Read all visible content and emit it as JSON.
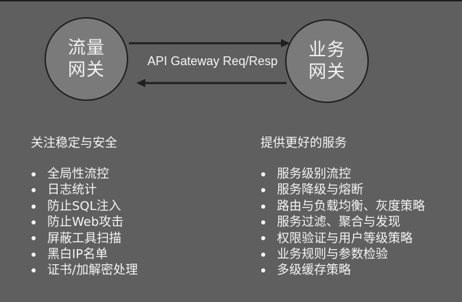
{
  "diagram": {
    "left_node": {
      "line1": "流量",
      "line2": "网关"
    },
    "right_node": {
      "line1": "业务",
      "line2": "网关"
    },
    "connection_label": "API Gateway Req/Resp"
  },
  "left_column": {
    "title": "关注稳定与安全",
    "items": [
      "全局性流控",
      "日志统计",
      "防止SQL注入",
      "防止Web攻击",
      "屏蔽工具扫描",
      "黑白IP名单",
      "证书/加解密处理"
    ]
  },
  "right_column": {
    "title": "提供更好的服务",
    "items": [
      "服务级别流控",
      "服务降级与熔断",
      "路由与负载均衡、灰度策略",
      "服务过滤、聚合与发现",
      "权限验证与用户等级策略",
      "业务规则与参数检验",
      "多级缓存策略"
    ]
  }
}
